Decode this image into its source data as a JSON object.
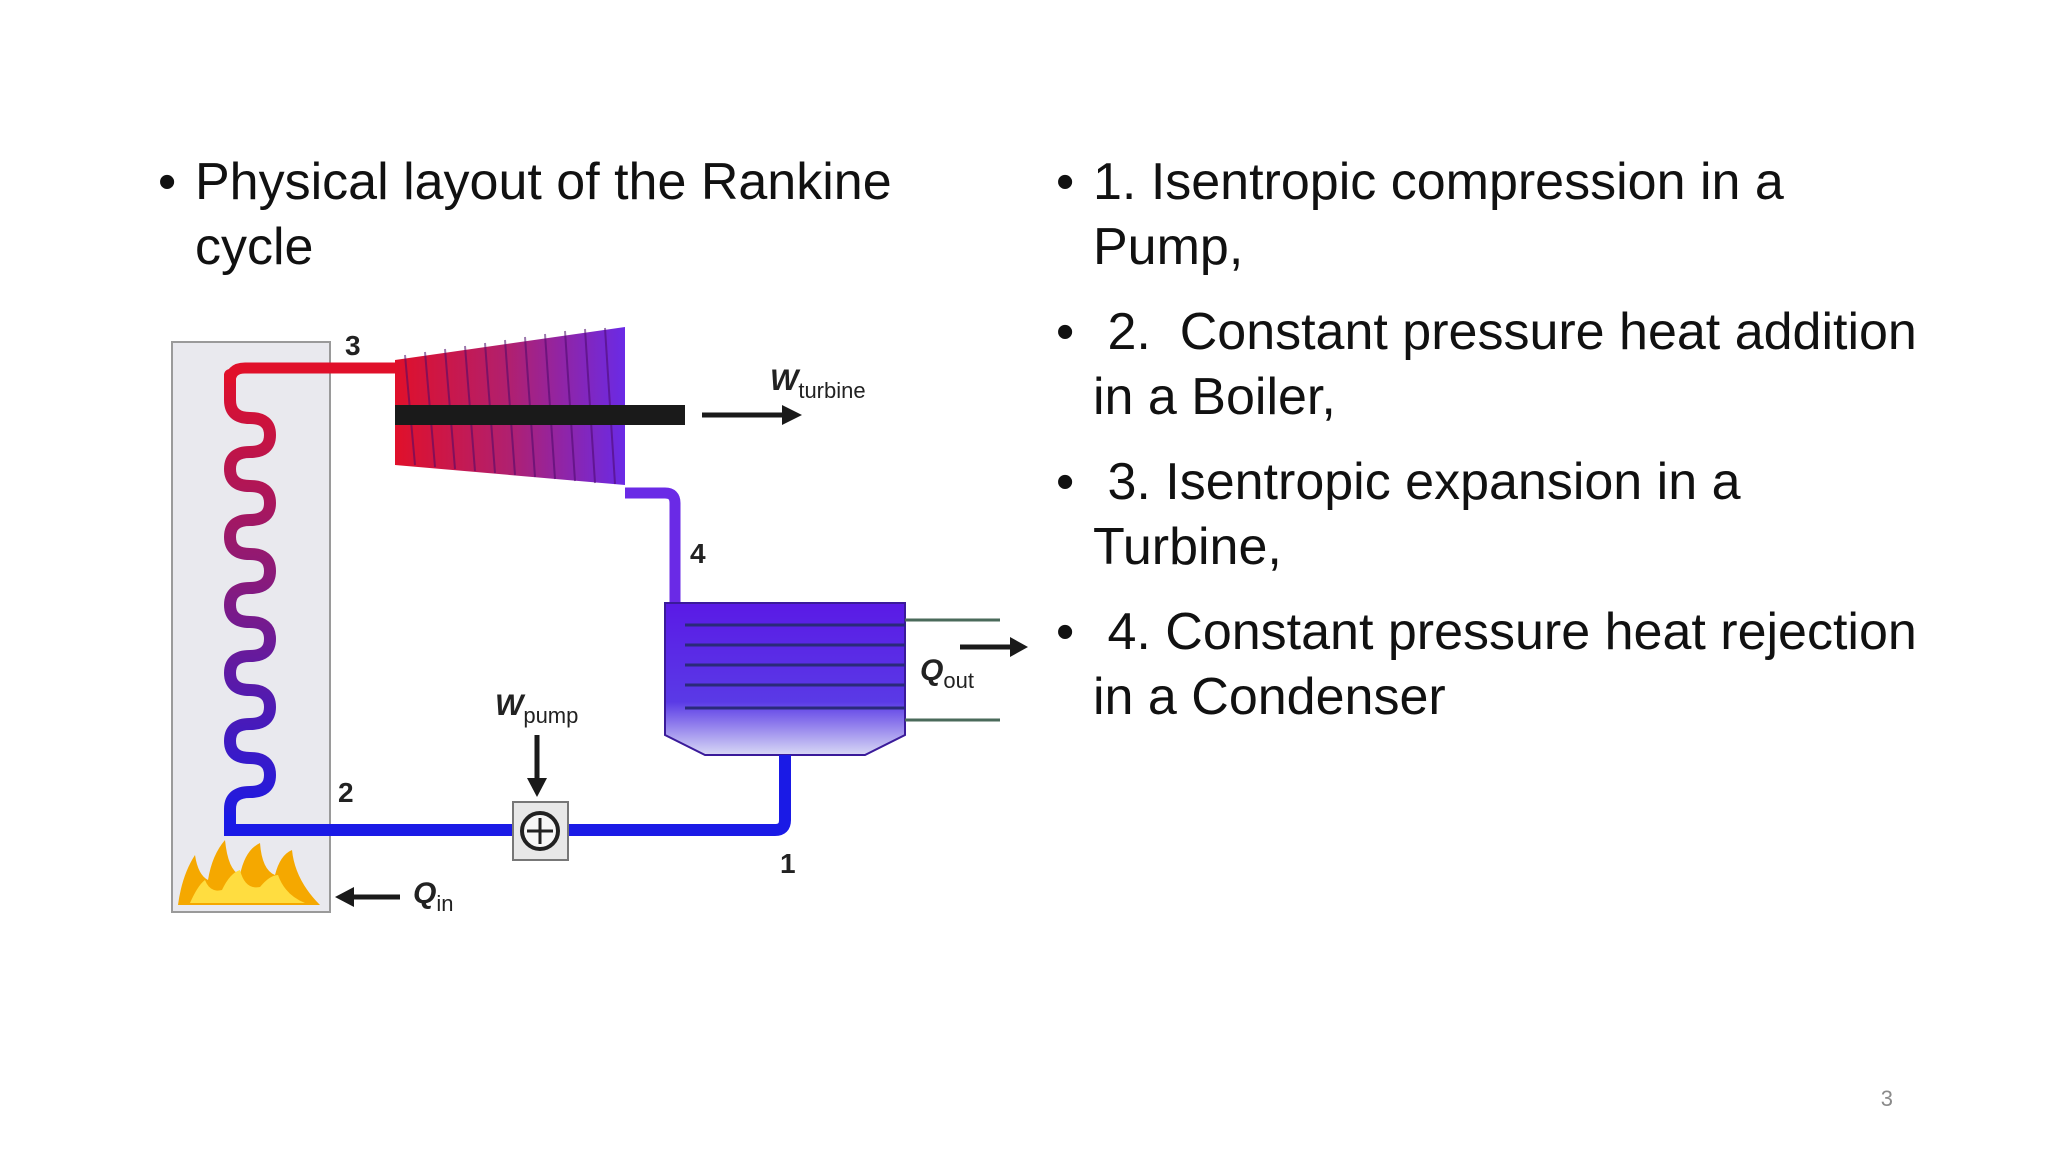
{
  "left_bullet": "Physical layout of the Rankine cycle",
  "right_bullets": [
    "1. Isentropic compression in a Pump,",
    " 2.  Constant pressure heat addition in a Boiler,",
    " 3. Isentropic expansion in a Turbine,",
    " 4. Constant pressure heat rejection in a Condenser"
  ],
  "bullet_symbol": "•",
  "diagram": {
    "state_labels": [
      "1",
      "2",
      "3",
      "4"
    ],
    "w_turbine": {
      "symbol": "W",
      "sub": "turbine"
    },
    "w_pump": {
      "symbol": "W",
      "sub": "pump"
    },
    "q_out": {
      "symbol": "Q",
      "sub": "out"
    },
    "q_in": {
      "symbol": "Q",
      "sub": "in"
    },
    "colors": {
      "hot": "#e0102a",
      "cold": "#1a1ae6",
      "condenser": "#6a2ae6",
      "flame": "#f5a800"
    }
  },
  "page_number": "3"
}
